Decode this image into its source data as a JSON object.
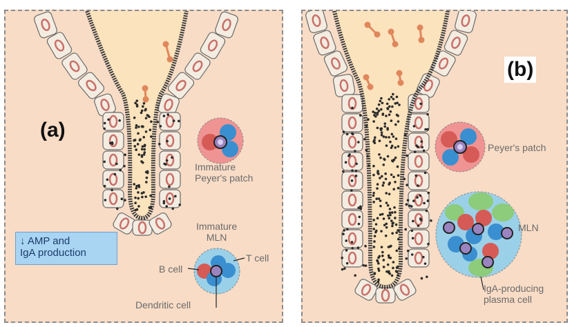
{
  "panel_a": {
    "letter": "(a)",
    "labels": {
      "immature_peyers_patch_line1": "Immature",
      "immature_peyers_patch_line2": "Peyer's patch",
      "immature_mln_line1": "Immature",
      "immature_mln_line2": "MLN",
      "t_cell": "T cell",
      "b_cell": "B cell",
      "dendritic_cell": "Dendritic  cell"
    },
    "note_line1": "↓ AMP and",
    "note_line2": "IgA production"
  },
  "panel_b": {
    "letter": "(b)",
    "labels": {
      "peyers_patch": "Peyer's patch",
      "mln": "MLN",
      "iga_line1": "IgA-producing",
      "iga_line2": "plasma cell"
    }
  },
  "colors": {
    "background": "#f8dcc6",
    "lumen": "#fbe3bd",
    "epithelium": "#f4ece0",
    "nucleus": "#c9706a",
    "dendritic": "#9a84bf",
    "t_cell": "#3a8fd0",
    "b_cell": "#d65a55",
    "plasma_cell": "#8ccc7a",
    "note_box": "#a9d4f2"
  }
}
